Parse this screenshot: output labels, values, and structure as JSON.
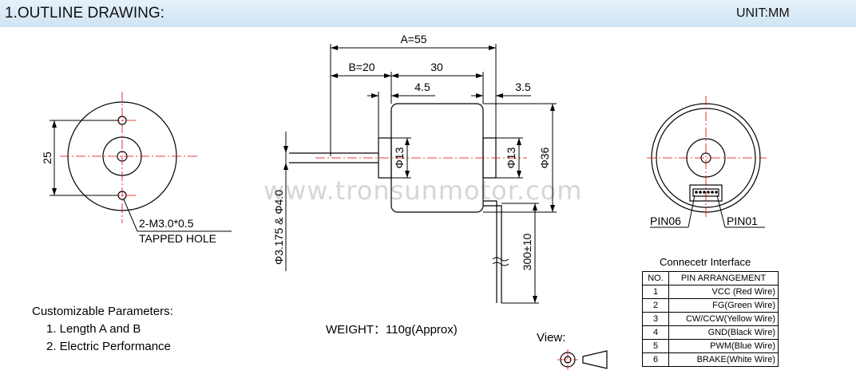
{
  "header": {
    "title": "1.OUTLINE DRAWING:",
    "unit": "UNIT:MM"
  },
  "front_view": {
    "dim_height": "25",
    "hole_note_1": "2-M3.0*0.5",
    "hole_note_2": "TAPPED HOLE"
  },
  "side_view": {
    "dim_a": "A=55",
    "dim_b": "B=20",
    "dim_30": "30",
    "dim_45": "4.5",
    "dim_35": "3.5",
    "dim_phi13_left": "Φ13",
    "dim_phi13_right": "Φ13",
    "dim_phi36": "Φ36",
    "dim_shaft": "Φ3.175 & Φ4.0",
    "dim_lead": "300±10"
  },
  "rear_view": {
    "pin_left": "PIN06",
    "pin_right": "PIN01"
  },
  "watermark": "www.tronsunmotor.com",
  "params": {
    "title": "Customizable Parameters:",
    "item1": "1. Length A and B",
    "item2": "2. Electric Performance"
  },
  "weight": "WEIGHT：110g(Approx)",
  "view_label": "View:",
  "pin_table": {
    "title": "Connecetr Interface",
    "headers": [
      "NO.",
      "PIN ARRANGEMENT"
    ],
    "rows": [
      {
        "no": "1",
        "pin": "VCC (Red Wire)"
      },
      {
        "no": "2",
        "pin": "FG(Green Wire)"
      },
      {
        "no": "3",
        "pin": "CW/CCW(Yellow Wire)"
      },
      {
        "no": "4",
        "pin": "GND(Black Wire)"
      },
      {
        "no": "5",
        "pin": "PWM(Blue Wire)"
      },
      {
        "no": "6",
        "pin": "BRAKE(White Wire)"
      }
    ]
  }
}
